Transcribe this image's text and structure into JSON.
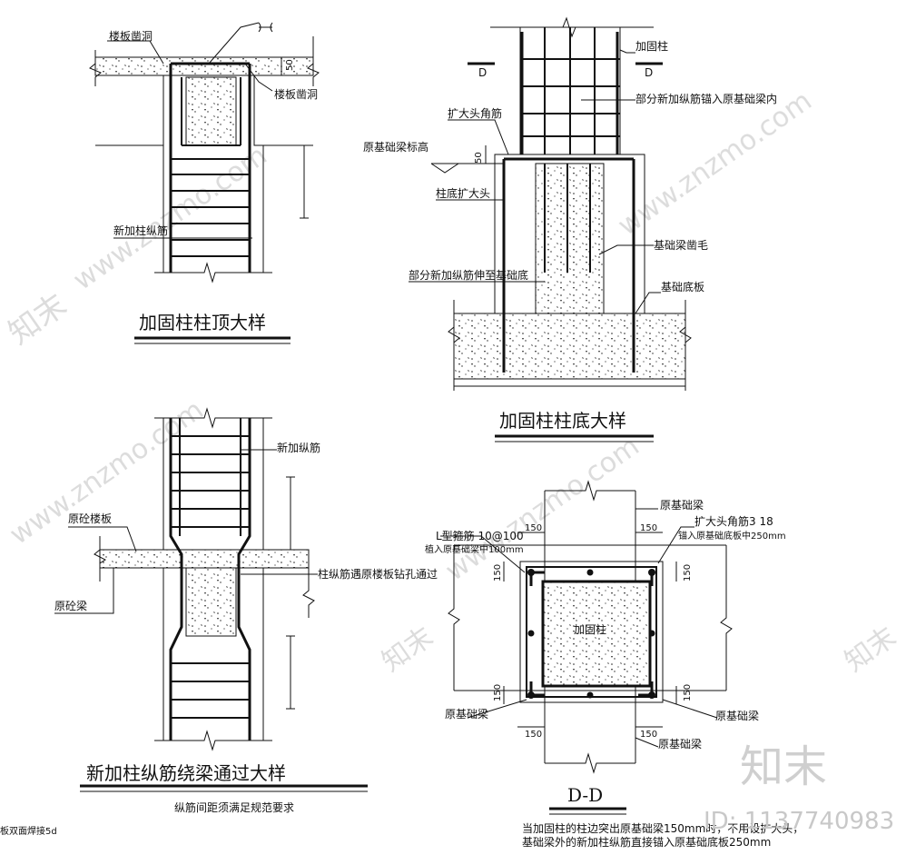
{
  "details": {
    "top": {
      "title": "加固柱柱顶大样",
      "label_slab_hole_1": "楼板凿洞",
      "label_slab_hole_2": "楼板凿洞",
      "label_new_rebar": "新加柱纵筋",
      "dim_50": "50"
    },
    "base": {
      "title": "加固柱柱底大样",
      "label_column": "加固柱",
      "label_anchor": "部分新加纵筋锚入原基础梁内",
      "label_angle": "扩大头角筋",
      "label_level": "原基础梁标高",
      "label_enlarged": "柱底扩大头",
      "label_rough": "基础梁凿毛",
      "label_extend": "部分新加纵筋伸至基础底",
      "label_slab": "基础底板",
      "section_mark": "D",
      "dim_50": "50"
    },
    "bypass": {
      "title": "新加柱纵筋绕梁通过大样",
      "subtitle": "纵筋间距须满足规范要求",
      "label_new_rebar": "新加纵筋",
      "label_slab": "原砼楼板",
      "label_beam": "原砼梁",
      "label_drill": "柱纵筋遇原楼板钻孔通过",
      "note_left": "板双面焊接5d"
    },
    "section": {
      "title": "D-D",
      "label_beam_top": "原基础梁",
      "label_stirrup": "L型箍筋  10@100",
      "label_stirrup_2": "植入原基础梁中100mm",
      "label_angle": "扩大头角筋3  18",
      "label_angle_2": "锚入原基础底板中250mm",
      "label_column": "加固柱",
      "label_beam_left": "原基础梁",
      "label_beam_right": "原基础梁",
      "label_beam_bottom": "原基础梁",
      "dim_150": "150",
      "note_1": "当加固柱的柱边突出原基础梁150mm时，不用设扩大头，",
      "note_2": "基础梁外的新加柱纵筋直接锚入原基础底板250mm"
    }
  },
  "watermark": {
    "brand": "知末",
    "site": "www.znzmo.com",
    "id": "ID: 1137740983"
  }
}
